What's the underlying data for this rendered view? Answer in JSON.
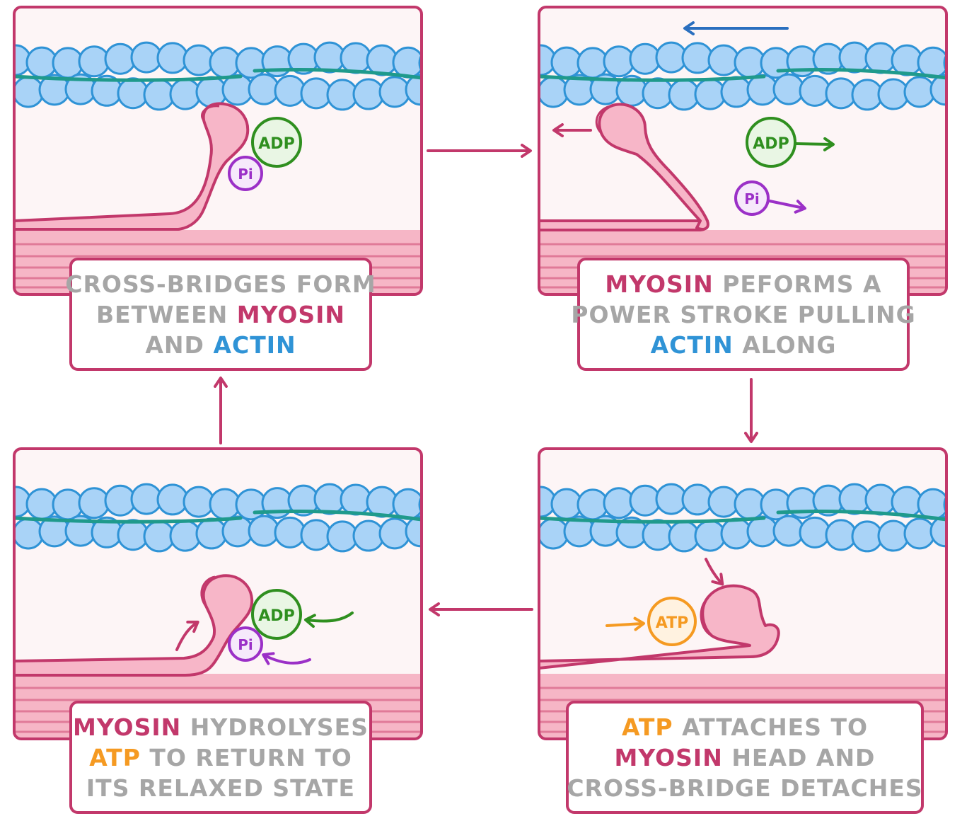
{
  "panels": {
    "top_left": {
      "molecules": {
        "adp": "ADP",
        "pi": "Pi"
      },
      "caption": {
        "l1": "CROSS-BRIDGES FORM",
        "l2a": "BETWEEN ",
        "l2b": "MYOSIN",
        "l3a": "AND ",
        "l3b": "ACTIN"
      }
    },
    "top_right": {
      "molecules": {
        "adp": "ADP",
        "pi": "Pi"
      },
      "caption": {
        "l1a": "MYOSIN",
        "l1b": " PEFORMS A",
        "l2": "POWER STROKE PULLING",
        "l3a": "ACTIN",
        "l3b": " ALONG"
      }
    },
    "bottom_right": {
      "molecules": {
        "atp": "ATP"
      },
      "caption": {
        "l1a": "ATP",
        "l1b": " ATTACHES TO",
        "l2a": "MYOSIN",
        "l2b": " HEAD AND",
        "l3": "CROSS-BRIDGE DETACHES"
      }
    },
    "bottom_left": {
      "molecules": {
        "adp": "ADP",
        "pi": "Pi"
      },
      "caption": {
        "l1a": "MYOSIN",
        "l1b": " HYDROLYSES",
        "l2a": "ATP",
        "l2b": " TO RETURN TO",
        "l3": "ITS RELAXED STATE"
      }
    }
  },
  "colors": {
    "outline": "#c2386b",
    "actin": "#a9d3f7",
    "actin_outline": "#2f93d6",
    "tropomyosin": "#1f9a8c",
    "myosin": "#f7b6c8",
    "adp": "#2f8f1f",
    "pi": "#9b30c7",
    "atp": "#f59a22",
    "caption_text": "#a6a6a6"
  }
}
